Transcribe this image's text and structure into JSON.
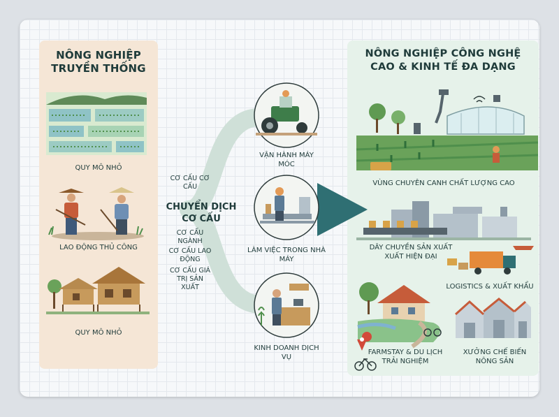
{
  "left_panel": {
    "title": "NÔNG NGHIỆP TRUYỀN THỐNG",
    "items": [
      {
        "label": "QUY MÔ NHỎ",
        "icon": "rice-field-icon"
      },
      {
        "label": "LAO ĐỘNG THỦ CÔNG",
        "icon": "farmers-icon"
      },
      {
        "label": "QUY MÔ NHỎ",
        "icon": "village-houses-icon"
      }
    ]
  },
  "center": {
    "main_label": "CHUYỂN DỊCH CƠ CẤU",
    "sub_labels": [
      "CƠ CẤU CƠ CẤU",
      "CƠ CẤU NGÀNH",
      "CƠ CẤU LAO ĐỘNG",
      "CƠ CẤU GIÁ TRỊ SẢN XUẤT"
    ],
    "nodes": [
      {
        "label": "VẬN HÀNH MÁY MÓC",
        "icon": "tractor-icon"
      },
      {
        "label": "LÀM VIỆC TRONG NHÀ MÁY",
        "icon": "factory-worker-icon"
      },
      {
        "label": "KINH DOANH DỊCH VỤ",
        "icon": "shop-worker-icon"
      }
    ]
  },
  "right_panel": {
    "title": "NÔNG NGHIỆP CÔNG NGHỆ CAO & KINH TẾ ĐA DẠNG",
    "items": [
      {
        "label": "VÙNG CHUYÊN CANH CHẤT LƯỢNG CAO",
        "icon": "smart-greenhouse-icon"
      },
      {
        "label": "DÂY CHUYỀN SẢN XUẤT XUẤT HIỆN ĐẠI",
        "icon": "factory-line-icon"
      },
      {
        "label": "LOGISTICS & XUẤT KHẨU",
        "icon": "truck-icon"
      },
      {
        "label": "FARMSTAY & DU LỊCH TRẢI NGHIỆM",
        "icon": "farmstay-icon"
      },
      {
        "label": "XƯỞNG CHẾ BIẾN NÔNG SẢN",
        "icon": "warehouse-icon"
      }
    ]
  },
  "colors": {
    "left_bg": "#f5e6d6",
    "right_bg": "#e6f2ea",
    "arrow": "#2f6f73",
    "text": "#1f3b3a"
  }
}
